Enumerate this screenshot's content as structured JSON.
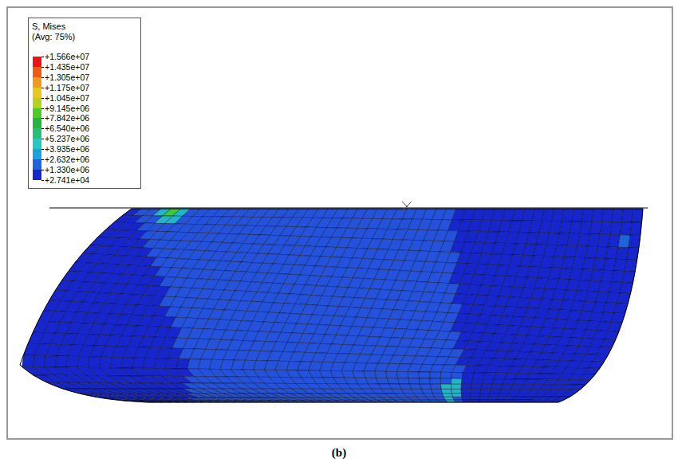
{
  "diagram": {
    "caption": "(b)",
    "labels": [
      "S, Mises",
      "(Avg: 75%)"
    ],
    "legend": [
      {
        "text": "+1.566e+07",
        "color": "#e8141a"
      },
      {
        "text": "+1.435e+07",
        "color": "#f05a14"
      },
      {
        "text": "+1.305e+07",
        "color": "#f09a1e"
      },
      {
        "text": "+1.175e+07",
        "color": "#e8c81e"
      },
      {
        "text": "+1.045e+07",
        "color": "#b4d21e"
      },
      {
        "text": "+9.145e+06",
        "color": "#50c828"
      },
      {
        "text": "+7.842e+06",
        "color": "#28b43c"
      },
      {
        "text": "+6.540e+06",
        "color": "#28be78"
      },
      {
        "text": "+5.237e+06",
        "color": "#28c8be"
      },
      {
        "text": "+3.935e+06",
        "color": "#1ea0dc"
      },
      {
        "text": "+2.632e+06",
        "color": "#1e64dc"
      },
      {
        "text": "+1.330e+06",
        "color": "#1428c8"
      },
      {
        "text": "+2.741e+04"
      }
    ]
  }
}
